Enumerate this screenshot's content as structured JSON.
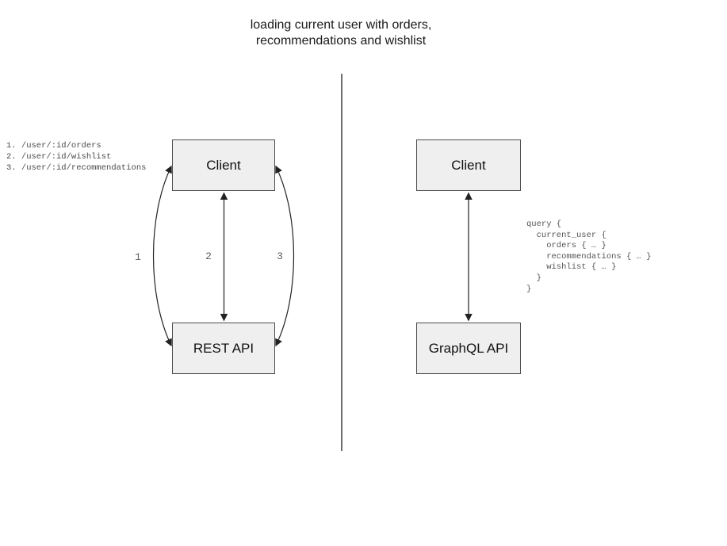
{
  "title": {
    "line1": "loading current user with orders,",
    "line2": "recommendations and wishlist"
  },
  "left_panel": {
    "endpoint_list": [
      "1. /user/:id/orders",
      "2. /user/:id/wishlist",
      "3. /user/:id/recommendations"
    ],
    "client_box": "Client",
    "api_box": "REST API",
    "arrow_labels": [
      "1",
      "2",
      "3"
    ]
  },
  "right_panel": {
    "client_box": "Client",
    "api_box": "GraphQL API",
    "query_lines": [
      "query {",
      "  current_user {",
      "    orders { … }",
      "    recommendations { … }",
      "    wishlist { … }",
      "  }",
      "}"
    ]
  },
  "colors": {
    "box_fill": "#efefef",
    "box_border": "#4d4d4d",
    "arrow": "#222222",
    "code_text": "#555555",
    "divider": "#6e6e6e",
    "title_text": "#1a1a1a"
  }
}
